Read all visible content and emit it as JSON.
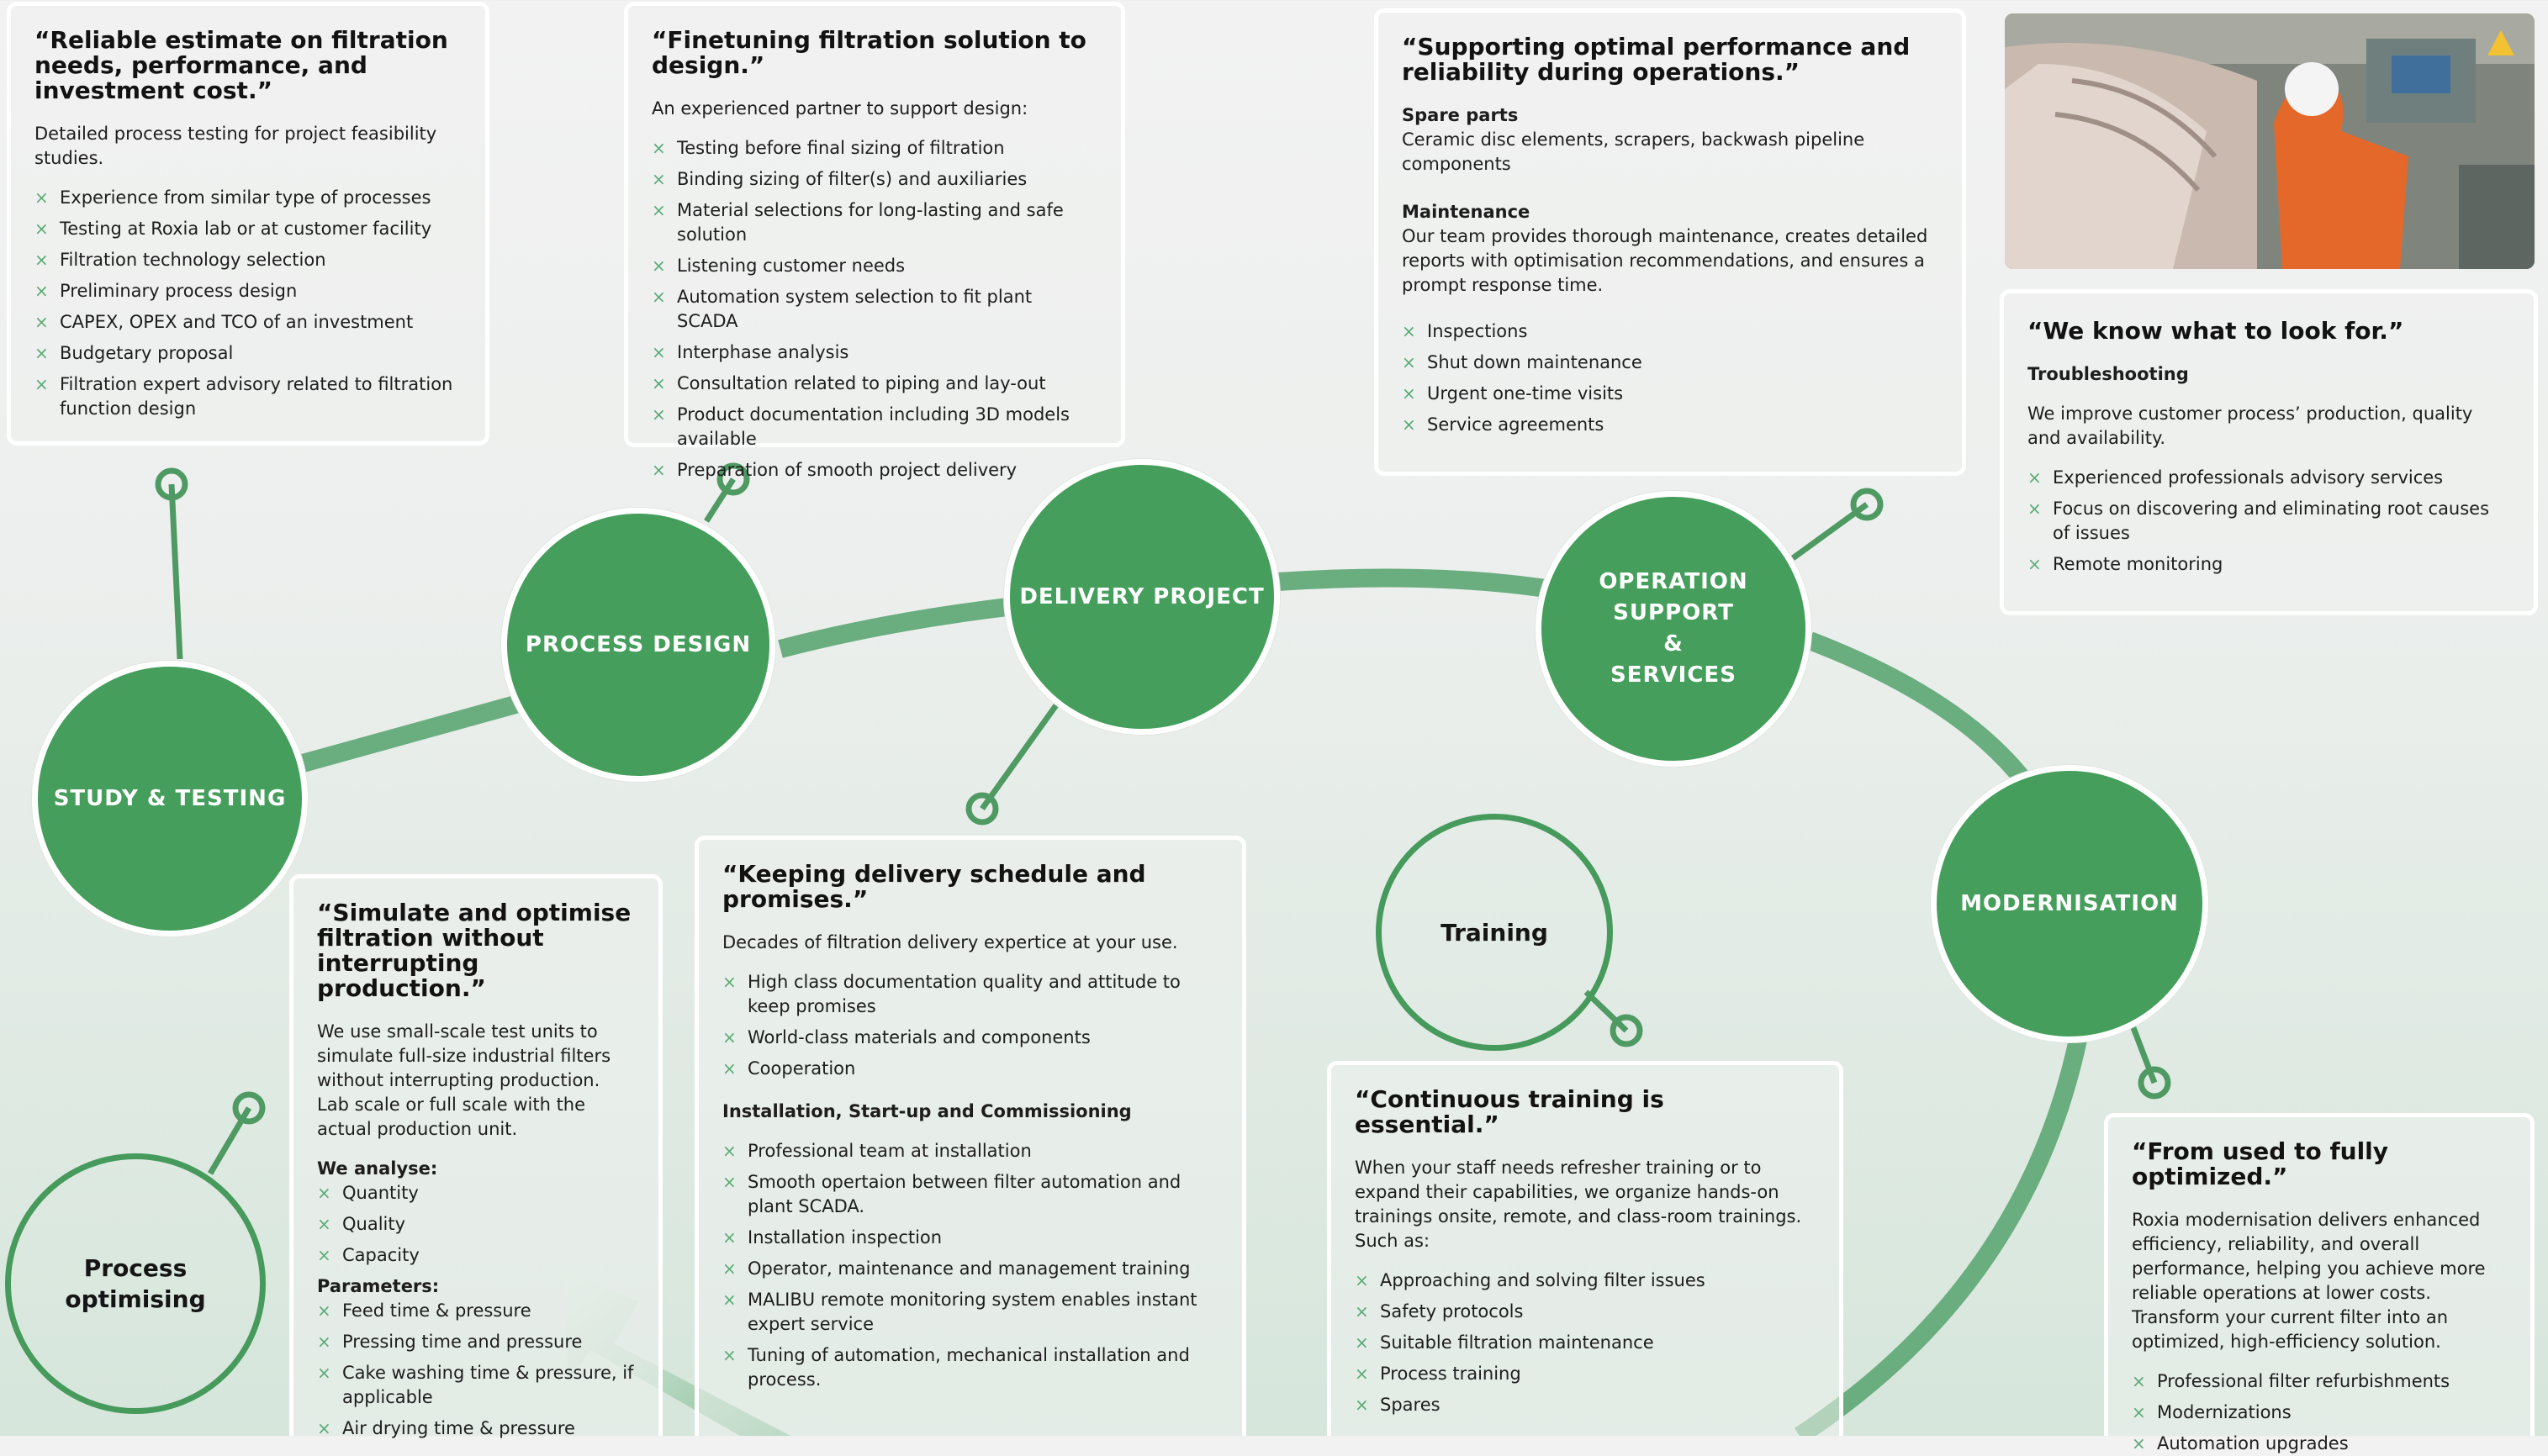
{
  "nodes": {
    "study": "STUDY & TESTING",
    "design": "PROCESS DESIGN",
    "delivery": "DELIVERY PROJECT",
    "operation": "OPERATION\nSUPPORT\n&\nSERVICES",
    "modernisation": "MODERNISATION",
    "training": "Training",
    "optimising": "Process\noptimising"
  },
  "study_card": {
    "title": "“Reliable estimate on filtration needs, performance, and investment cost.”",
    "intro": "Detailed process testing for project feasibility studies.",
    "items": [
      "Experience from similar type of processes",
      "Testing at Roxia lab or at customer facility",
      "Filtration technology selection",
      "Preliminary process design",
      "CAPEX, OPEX and TCO of an investment",
      "Budgetary proposal",
      "Filtration expert advisory related to filtration function design"
    ]
  },
  "design_card": {
    "title": "“Finetuning filtration solution to design.”",
    "intro": "An experienced partner to support design:",
    "items": [
      "Testing before final sizing of filtration",
      "Binding sizing of filter(s) and auxiliaries",
      "Material selections for long-lasting and safe solution",
      "Listening customer needs",
      "Automation system selection to fit plant SCADA",
      "Interphase analysis",
      "Consultation related to piping and lay-out",
      "Product documentation including 3D models available",
      "Preparation of smooth project delivery"
    ]
  },
  "operation_card": {
    "title": "“Supporting optimal performance and reliability during operations.”",
    "spare_label": "Spare parts",
    "spare_text": "Ceramic disc elements, scrapers, backwash pipeline components",
    "maint_label": "Maintenance",
    "maint_text": "Our team provides thorough maintenance, creates detailed reports with optimisation recommendations, and ensures a prompt response time.",
    "items": [
      "Inspections",
      "Shut down maintenance",
      "Urgent one-time visits",
      "Service agreements"
    ]
  },
  "troubleshoot_card": {
    "title": "“We know what to look for.”",
    "subhead": "Troubleshooting",
    "intro": "We improve customer process’ production, quality and availability.",
    "items": [
      "Experienced professionals advisory services",
      "Focus on discovering and eliminating root causes of issues",
      "Remote monitoring"
    ]
  },
  "optimise_card": {
    "title": "“Simulate and optimise filtration without interrupting production.”",
    "intro": "We use small-scale test units to simulate full-size industrial filters without interrupting production. Lab scale or full scale with the actual production unit.",
    "analyse_label": "We analyse:",
    "analyse_items": [
      "Quantity",
      "Quality",
      "Capacity"
    ],
    "params_label": "Parameters:",
    "params_items": [
      "Feed time & pressure",
      "Pressing time and pressure",
      "Cake washing time & pressure, if applicable",
      "Air drying time & pressure"
    ]
  },
  "delivery_card": {
    "title": "“Keeping delivery schedule and promises.”",
    "intro": "Decades of filtration delivery expertice at your use.",
    "items": [
      "High class documentation quality and attitude to keep promises",
      "World-class materials and components",
      "Cooperation"
    ],
    "subhead": "Installation, Start-up and Commissioning",
    "items2": [
      "Professional team at installation",
      "Smooth opertaion between filter automation and plant SCADA.",
      "Installation inspection",
      "Operator, maintenance and management training",
      "MALIBU remote monitoring system enables instant expert service",
      "Tuning of automation, mechanical installation and process."
    ]
  },
  "training_card": {
    "title": "“Continuous training is essential.”",
    "intro": "When your staff needs refresher training or to expand their capabilities, we organize hands-on trainings onsite, remote, and class-room trainings.",
    "such_as": "Such as:",
    "items": [
      "Approaching and solving filter issues",
      "Safety protocols",
      "Suitable filtration maintenance",
      "Process training",
      "Spares"
    ]
  },
  "modern_card": {
    "title": "“From used to fully optimized.”",
    "intro": "Roxia modernisation delivers enhanced efficiency, reliability, and overall performance, helping you achieve more reliable operations at lower costs. Transform your current filter into an optimized, high-efficiency solution.",
    "items": [
      "Professional filter refurbishments",
      "Modernizations",
      "Automation upgrades"
    ]
  },
  "colors": {
    "node_fill": "#459e5c",
    "connector": "#4f9a63",
    "path": "#6aad7f",
    "bullet": "#5aaa77"
  }
}
